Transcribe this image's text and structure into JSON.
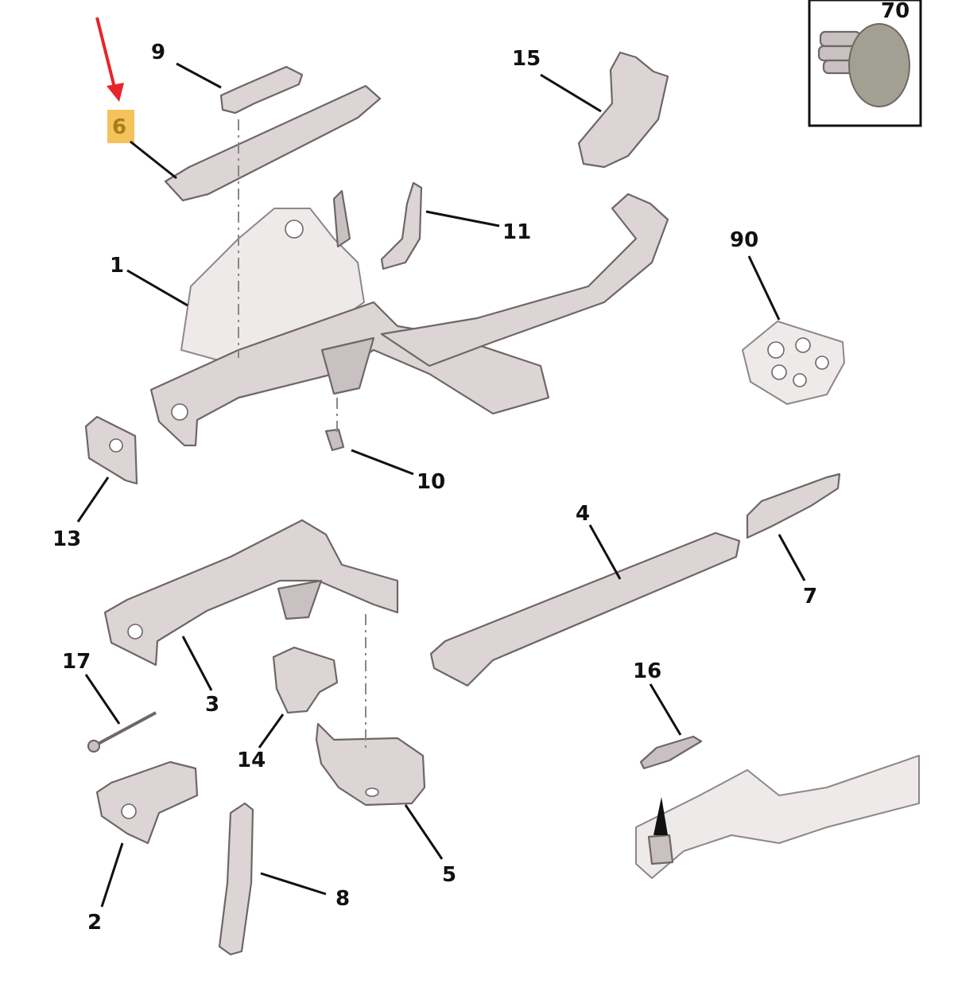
{
  "diagram": {
    "highlight_color": "#f6c25c",
    "arrow_color": "#e8252a",
    "highlighted_part": "6",
    "callouts": {
      "c1": "1",
      "c2": "2",
      "c3": "3",
      "c4": "4",
      "c5": "5",
      "c6": "6",
      "c7": "7",
      "c8": "8",
      "c9": "9",
      "c10": "10",
      "c11": "11",
      "c13": "13",
      "c14": "14",
      "c15": "15",
      "c16": "16",
      "c17": "17",
      "c70": "70",
      "c90": "90"
    }
  }
}
